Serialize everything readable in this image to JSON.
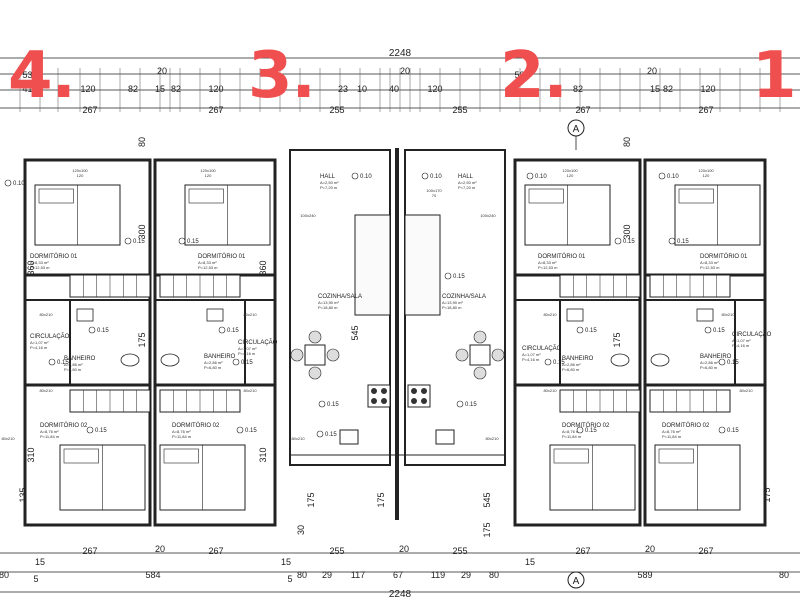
{
  "unit_numbers": [
    "4.",
    "3.",
    "2.",
    "1."
  ],
  "dimensions": {
    "total_width": "2248",
    "row_a": [
      "537",
      "20",
      "20",
      "537",
      "20"
    ],
    "row_b": [
      "410",
      "120",
      "82",
      "15",
      "82",
      "120",
      "23",
      "10",
      "40",
      "120",
      "82",
      "15",
      "82",
      "120"
    ],
    "row_c": [
      "267",
      "267",
      "255",
      "255",
      "267",
      "267"
    ],
    "row_d": [
      "267",
      "267",
      "255",
      "255",
      "267",
      "267"
    ],
    "row_e": [
      "80",
      "584",
      "80",
      "29",
      "117",
      "67",
      "119",
      "29",
      "80",
      "589",
      "80"
    ],
    "small_15": "15",
    "small_20": "20",
    "small_5": "5",
    "vertical": [
      "80",
      "360",
      "300",
      "175",
      "310",
      "545",
      "175",
      "175",
      "30",
      "135"
    ],
    "axis_label": "A"
  },
  "rooms": {
    "dorm1": {
      "name": "DORMITÓRIO 01",
      "area": "A=8,33 m²",
      "perim": "P=12,53 m"
    },
    "dorm2": {
      "name": "DORMITÓRIO 02",
      "area": "A=8,76 m²",
      "perim": "P=11,84 m"
    },
    "banheiro": {
      "name": "BANHEIRO",
      "area": "A=2,86 m²",
      "perim": "P=6,80 m"
    },
    "circulacao": {
      "name": "CIRCULAÇÃO",
      "area": "A=1,07 m²",
      "perim": "P=4,16 m"
    },
    "hall": {
      "name": "HALL",
      "area": "A=2,50 m²",
      "perim": "P=7,20 m"
    },
    "cozinha": {
      "name": "COZINHA/SALA",
      "area": "A=13,90 m²",
      "perim": "P=18,80 m"
    }
  },
  "openings": {
    "window_120": "120x100",
    "window_100": "100x170",
    "door_100": "100x240",
    "door_80": "80x210",
    "sill_120": "120",
    "sill_70": "70"
  },
  "level_mark": "0.15",
  "level_mark_b": "0.10"
}
